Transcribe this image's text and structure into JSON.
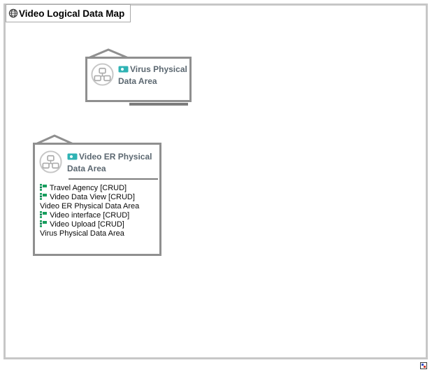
{
  "title_bar": {
    "icon": "globe",
    "label": "Video Logical Data Map"
  },
  "diagram": {
    "shapes": [
      {
        "type": "data_area",
        "title": "Virus Physical Data Area",
        "items": []
      },
      {
        "type": "data_area",
        "title": "Video ER Physical Data Area",
        "items": [
          {
            "icon": "entity",
            "label": "Travel Agency [CRUD]"
          },
          {
            "icon": "entity",
            "label": "Video Data View [CRUD]"
          },
          {
            "icon": null,
            "label": "Video ER Physical Data Area"
          },
          {
            "icon": "entity",
            "label": "Video interface [CRUD]"
          },
          {
            "icon": "entity",
            "label": "Video Upload [CRUD]"
          },
          {
            "icon": null,
            "label": "Virus Physical Data Area"
          }
        ]
      }
    ]
  },
  "colors": {
    "accent_teal": "#2fb3b4",
    "entity_green": "#169e5c",
    "shape_border": "#8f8f8f",
    "title_text": "#5b6770",
    "frame_border": "#c7c7c7"
  }
}
